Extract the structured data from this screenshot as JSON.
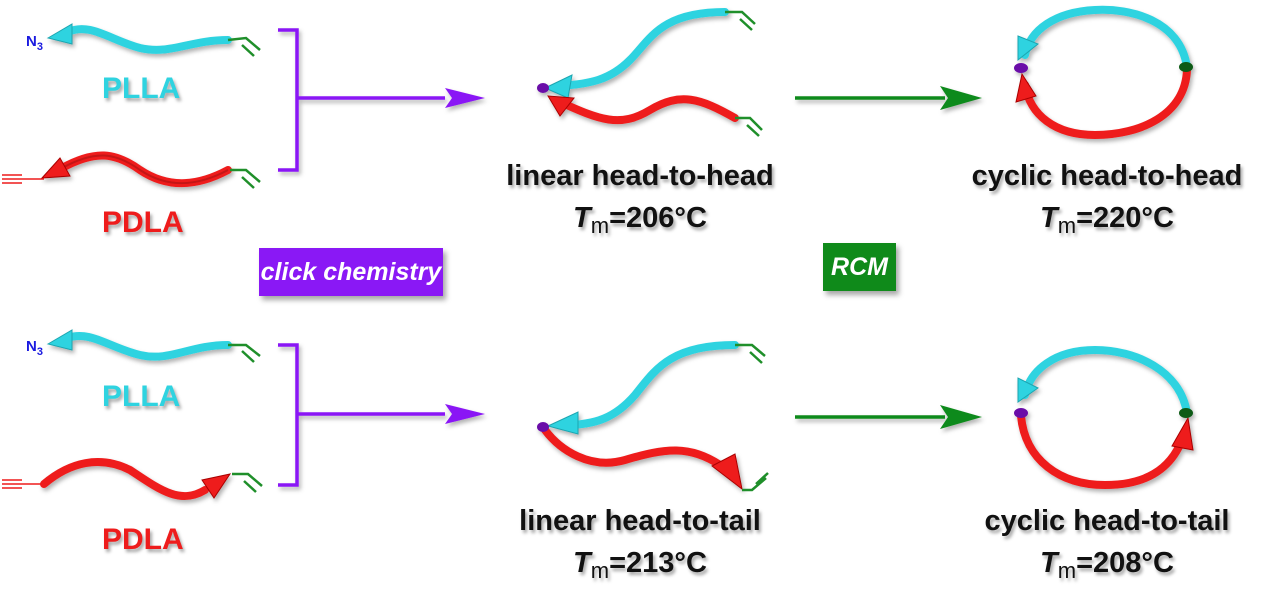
{
  "colors": {
    "plla": "#2fd3e0",
    "pdla": "#ee1c1c",
    "click": "#8a18f5",
    "rcm": "#0f8a1a",
    "alkene": "#1f8f2a",
    "azide": "#1a1ae0",
    "junction_click": "#6a10a8",
    "junction_rcm": "#0a5a14"
  },
  "reagents": {
    "top": {
      "azide_label": "N",
      "azide_sub": "3",
      "plla": "PLLA",
      "pdla": "PDLA"
    },
    "bottom": {
      "azide_label": "N",
      "azide_sub": "3",
      "plla": "PLLA",
      "pdla": "PDLA"
    }
  },
  "steps": {
    "click": "click chemistry",
    "rcm": "RCM"
  },
  "products": {
    "linear_hh": {
      "name": "linear head-to-head",
      "tm_symbol": "T",
      "tm_sub": "m",
      "tm_value": "=206°C"
    },
    "cyclic_hh": {
      "name": "cyclic head-to-head",
      "tm_symbol": "T",
      "tm_sub": "m",
      "tm_value": "=220°C"
    },
    "linear_ht": {
      "name": "linear head-to-tail",
      "tm_symbol": "T",
      "tm_sub": "m",
      "tm_value": "=213°C"
    },
    "cyclic_ht": {
      "name": "cyclic head-to-tail",
      "tm_symbol": "T",
      "tm_sub": "m",
      "tm_value": "=208°C"
    }
  }
}
